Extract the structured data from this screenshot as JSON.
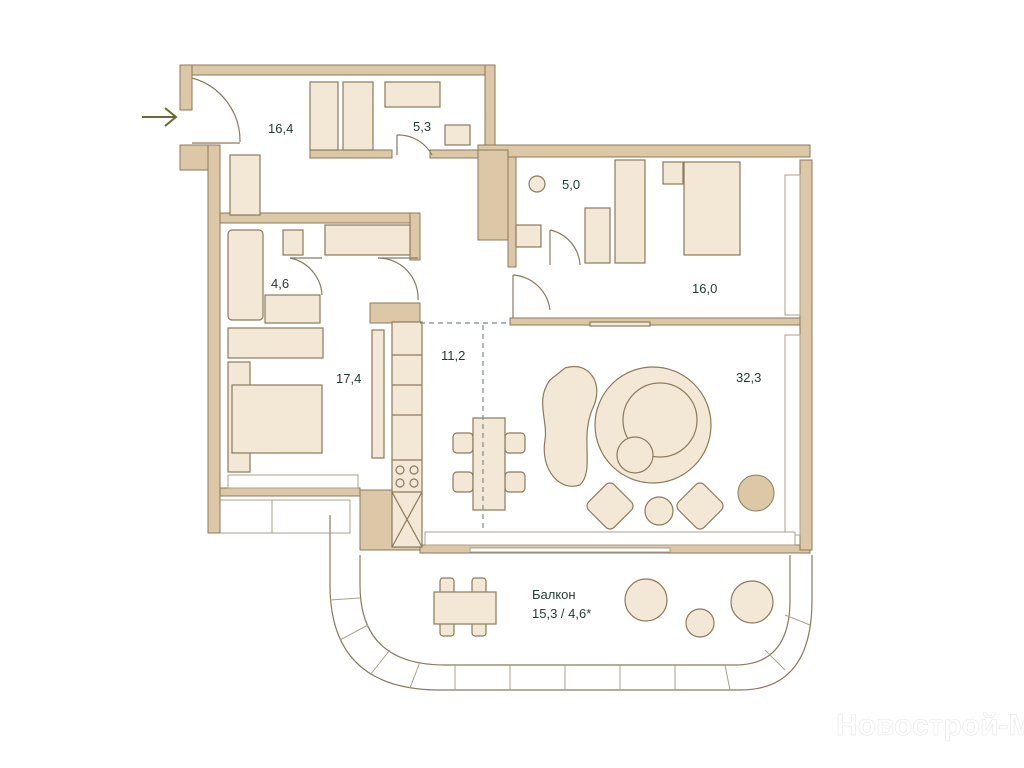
{
  "plan": {
    "rooms": {
      "hall": "16,4",
      "bathroom_top": "5,3",
      "bathroom_right": "5,0",
      "bedroom_right": "16,0",
      "bathroom_left": "4,6",
      "bedroom_left": "17,4",
      "kitchen": "11,2",
      "living": "32,3"
    },
    "balcony": {
      "label": "Балкон",
      "area": "15,3 / 4,6*"
    },
    "entry_icon": "arrow-right-icon"
  },
  "watermark": "Новострой-М",
  "colors": {
    "wall": "#dcc7a6",
    "furniture": "#f3e8d5",
    "outline": "#8b7a5c",
    "text": "#1f3b2f",
    "entry_arrow": "#6b6a2e"
  }
}
